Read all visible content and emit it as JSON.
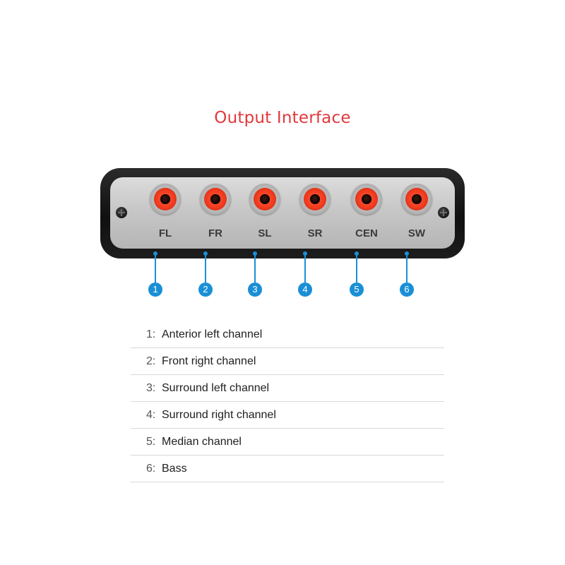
{
  "title": "Output Interface",
  "colors": {
    "title": "#e0393c",
    "accent": "#1a8fd6",
    "rca": "#f23b1f"
  },
  "ports": [
    {
      "label": "FL",
      "number": "1"
    },
    {
      "label": "FR",
      "number": "2"
    },
    {
      "label": "SL",
      "number": "3"
    },
    {
      "label": "SR",
      "number": "4"
    },
    {
      "label": "CEN",
      "number": "5"
    },
    {
      "label": "SW",
      "number": "6"
    }
  ],
  "legend": [
    {
      "num": "1:",
      "text": "Anterior left channel"
    },
    {
      "num": "2:",
      "text": "Front right channel"
    },
    {
      "num": "3:",
      "text": "Surround left channel"
    },
    {
      "num": "4:",
      "text": "Surround right channel"
    },
    {
      "num": "5:",
      "text": "Median channel"
    },
    {
      "num": "6:",
      "text": "Bass"
    }
  ]
}
